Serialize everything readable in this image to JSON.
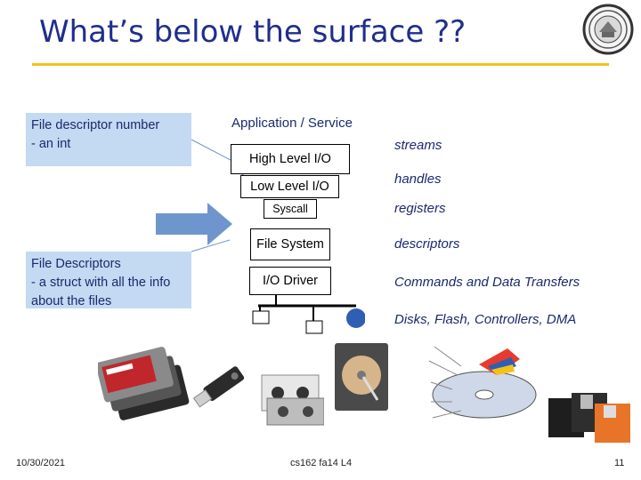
{
  "slide": {
    "title": "What’s below the surface ??"
  },
  "callouts": {
    "file_descriptor_number": "File descriptor number\n - an int",
    "file_descriptors": "File Descriptors\n - a struct with all the info about the files"
  },
  "stack": {
    "application": "Application / Service",
    "high_level_io": "High Level I/O",
    "low_level_io": "Low Level I/O",
    "syscall": "Syscall",
    "file_system": "File System",
    "io_driver": "I/O Driver"
  },
  "right_labels": {
    "streams": "streams",
    "handles": "handles",
    "registers": "registers",
    "descriptors": "descriptors",
    "commands": "Commands and Data Transfers",
    "disks": "Disks, Flash, Controllers, DMA"
  },
  "footer": {
    "date": "10/30/2021",
    "course": "cs162 fa14 L4",
    "page": "11"
  },
  "colors": {
    "title": "#1f2e8c",
    "rule": "#f2c21b",
    "callout_fill": "#c4d9f2",
    "arrow_fill": "#6f95cf"
  }
}
